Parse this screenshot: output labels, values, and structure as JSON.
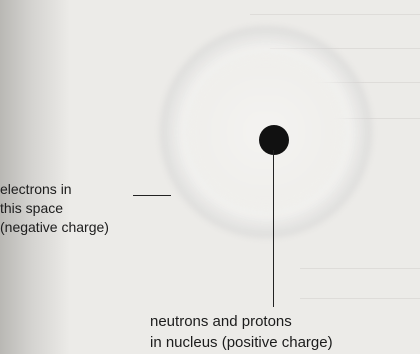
{
  "diagram": {
    "electron_label": {
      "line1": "electrons in",
      "line2": "this space",
      "line3": "(negative charge)"
    },
    "nucleus_label": {
      "line1": "neutrons and protons",
      "line2": "in nucleus (positive charge)"
    }
  },
  "colors": {
    "nucleus": "#111111",
    "cloud": "#999999",
    "paper": "#ecebe8"
  }
}
